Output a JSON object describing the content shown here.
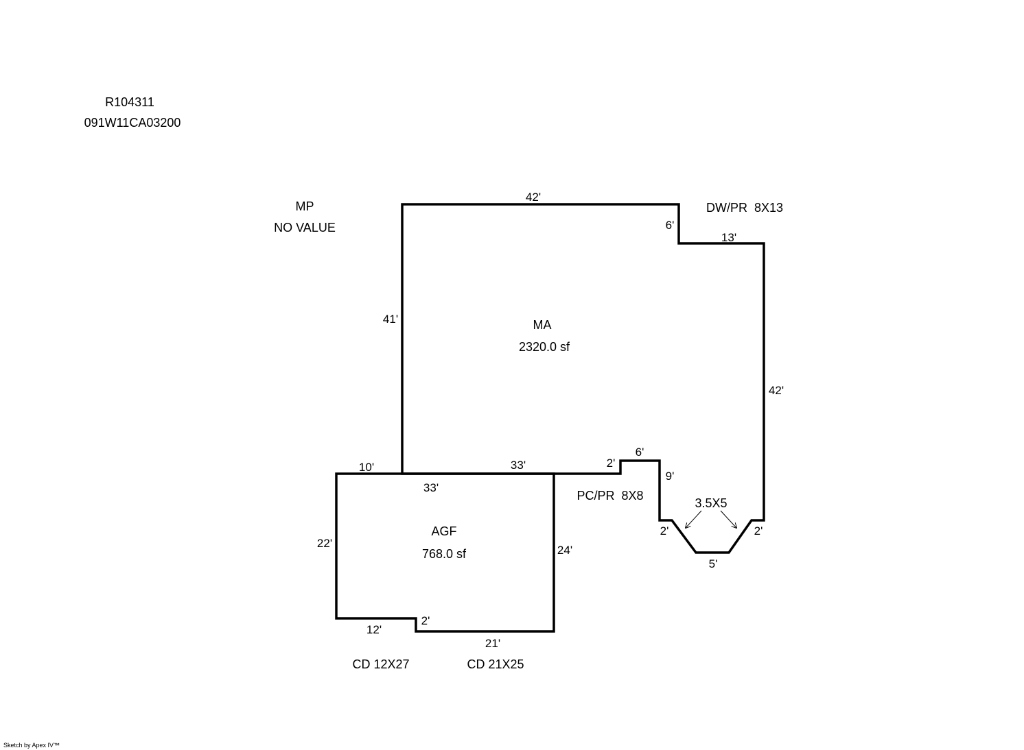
{
  "header": {
    "parcel_id": "R104311",
    "map_number": "091W11CA03200"
  },
  "areas": {
    "mp_code": "MP",
    "mp_value": "NO VALUE",
    "main_code": "MA",
    "main_area": "2320.0 sf",
    "garage_code": "AGF",
    "garage_area": "768.0 sf",
    "driveway": "DW/PR  8X13",
    "porch": "PC/PR  8X8",
    "bay": "3.5X5",
    "deck_1": "CD 12X27",
    "deck_2": "CD 21X25"
  },
  "dimensions": {
    "main_top": "42'",
    "main_step_down": "6'",
    "main_step_across": "13'",
    "main_right": "42'",
    "main_left": "41'",
    "main_bottom": "33'",
    "porch_step_up": "2'",
    "porch_top": "6'",
    "porch_side": "9'",
    "bay_left": "2'",
    "bay_bottom": "5'",
    "bay_right": "2'",
    "garage_top_left": "10'",
    "garage_top": "33'",
    "garage_left": "22'",
    "garage_right": "24'",
    "garage_bottom_left": "12'",
    "garage_step": "2'",
    "garage_bottom_right": "21'"
  },
  "footer": {
    "credit": "Sketch by Apex IV™"
  }
}
